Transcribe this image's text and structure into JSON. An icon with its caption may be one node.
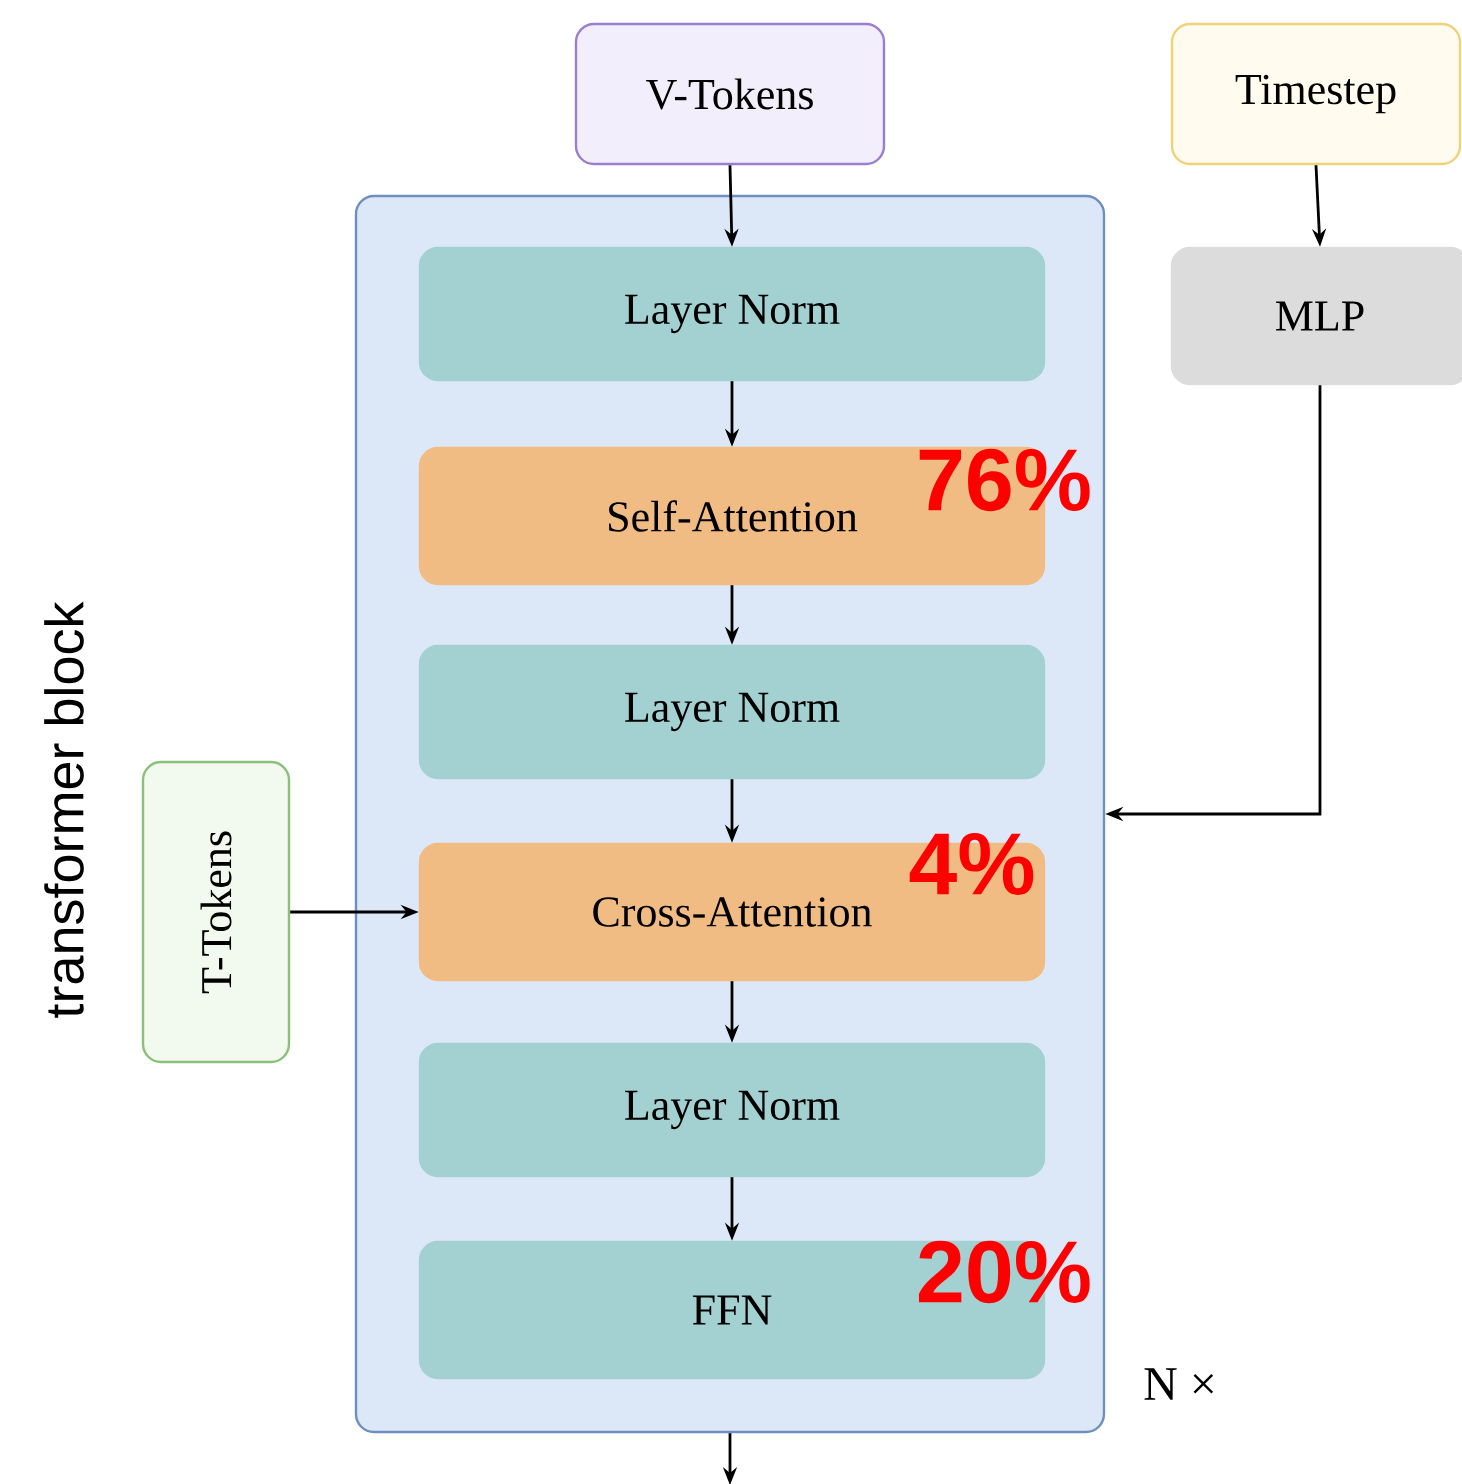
{
  "diagram": {
    "nodes": [
      {
        "text": [
          "V-Tokens"
        ]
      },
      {
        "text": [
          "Timestep"
        ]
      },
      {
        "text": [],
        "shape": "box"
      },
      {
        "text": [
          "Layer Norm"
        ],
        "in": 2
      },
      {
        "text": [
          "Self-Attention"
        ],
        "in": 2
      },
      {
        "text": [
          "Layer Norm"
        ],
        "in": 2
      },
      {
        "text": [
          "Cross-Attention"
        ],
        "in": 2
      },
      {
        "text": [
          "Layer Norm"
        ],
        "in": 2
      },
      {
        "text": [
          "FFN"
        ],
        "in": 2
      },
      {
        "text": [
          "MLP"
        ]
      },
      {
        "text": [
          "T-Tokens"
        ]
      }
    ],
    "edges": [
      {
        "from": 0,
        "to": 3,
        "arrow": "to"
      },
      {
        "from": 3,
        "to": 4,
        "arrow": "to"
      },
      {
        "from": 4,
        "to": 5,
        "arrow": "to"
      },
      {
        "from": 5,
        "to": 6,
        "arrow": "to"
      },
      {
        "from": 6,
        "to": 7,
        "arrow": "to"
      },
      {
        "from": 7,
        "to": 8,
        "arrow": "to"
      },
      {
        "from": 2,
        "to": null,
        "arrow": "to"
      },
      {
        "from": 1,
        "to": 9,
        "arrow": "to"
      },
      {
        "from": 9,
        "to": 2,
        "arrow": "to"
      },
      {
        "from": 10,
        "to": 6,
        "arrow": "to"
      }
    ],
    "labels": [
      "transformer block",
      "76%",
      "4%",
      "N ×",
      "20%"
    ]
  }
}
